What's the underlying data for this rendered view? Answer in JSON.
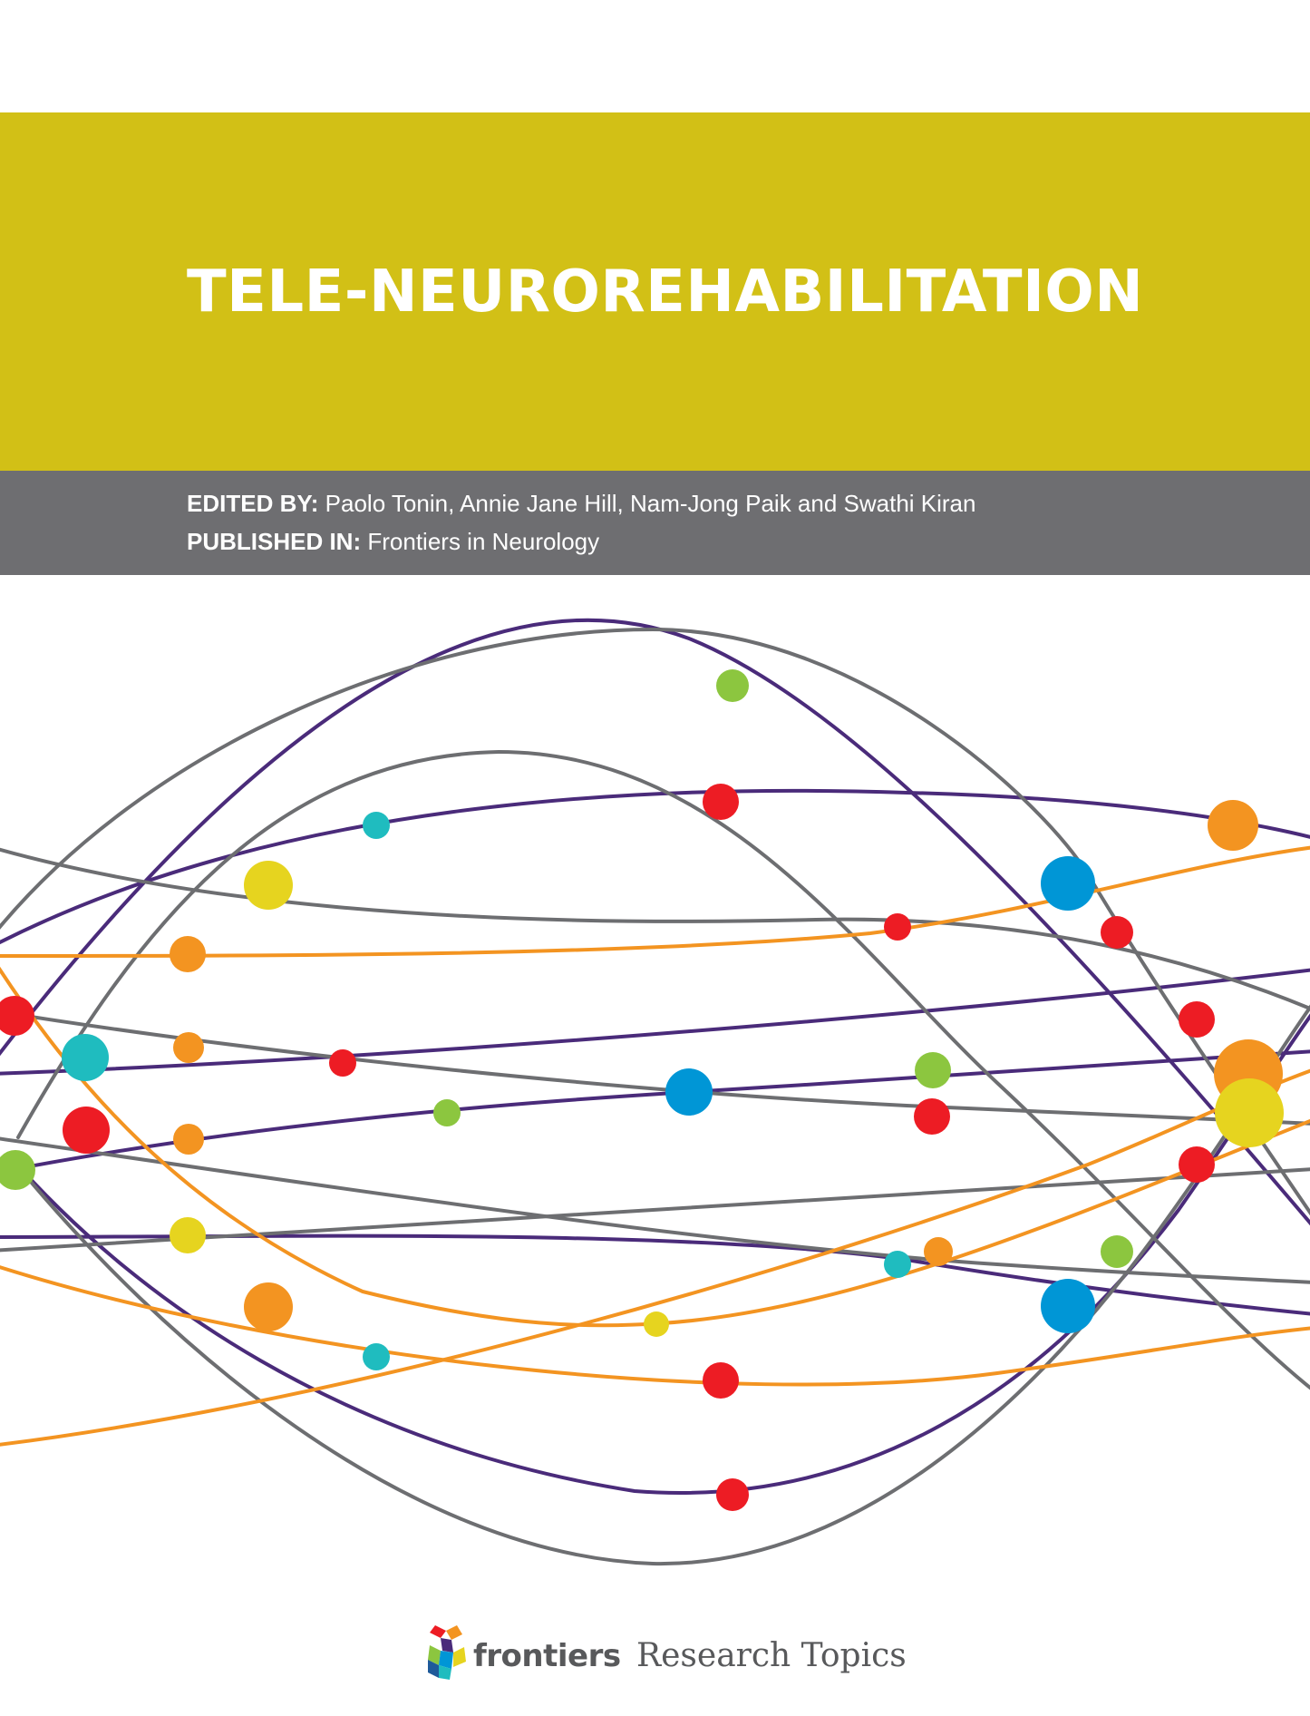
{
  "book": {
    "title": "TELE-NEUROREHABILITATION",
    "edited_by_label": "EDITED BY:",
    "edited_by": "Paolo Tonin, Annie Jane Hill, Nam-Jong Paik and Swathi Kiran",
    "published_in_label": "PUBLISHED IN:",
    "published_in": "Frontiers in Neurology"
  },
  "publisher": {
    "name": "frontiers",
    "series": "Research Topics",
    "logo_icon": "frontiers-cube-logo"
  },
  "colors": {
    "title_band": "#d2c016",
    "meta_band": "#6e6e71",
    "purple": "#4a2b7a",
    "gray": "#6d6e71",
    "orange": "#f39421",
    "red": "#ed1c24",
    "green": "#8cc63f",
    "teal": "#1fbcbf",
    "blue": "#0096d6",
    "yellow": "#e6d41f"
  }
}
